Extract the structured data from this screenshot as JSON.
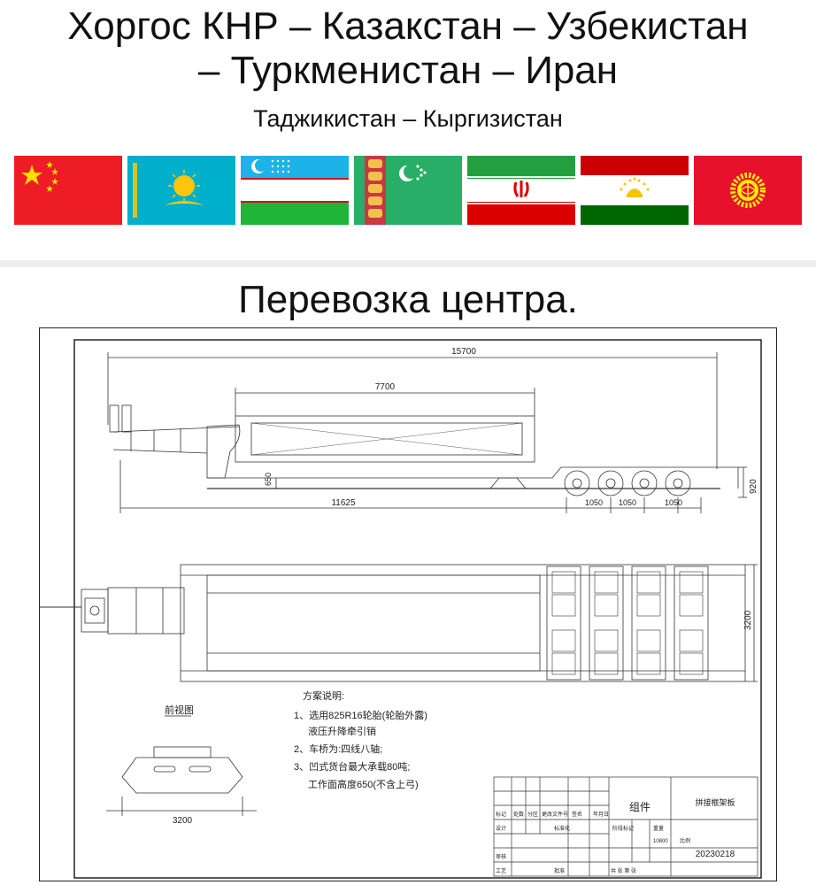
{
  "header": {
    "title_line1": "Хоргос КНР –  Казакстан – Узбекистан",
    "title_line2": "– Туркменистан – Иран",
    "subtitle": "Таджикистан – Кыргизистан"
  },
  "flags": [
    {
      "country": "China",
      "colors": [
        "#ee1c25",
        "#ffde00"
      ]
    },
    {
      "country": "Kazakhstan",
      "colors": [
        "#00afca",
        "#fec50c"
      ]
    },
    {
      "country": "Uzbekistan",
      "colors": [
        "#1eb3e8",
        "#ffffff",
        "#1eb53a",
        "#ce1126"
      ]
    },
    {
      "country": "Turkmenistan",
      "colors": [
        "#28ae66",
        "#ca3745",
        "#ffffff"
      ]
    },
    {
      "country": "Iran",
      "colors": [
        "#239f40",
        "#ffffff",
        "#da0000"
      ]
    },
    {
      "country": "Tajikistan",
      "colors": [
        "#cc0000",
        "#ffffff",
        "#006600",
        "#f8c300"
      ]
    },
    {
      "country": "Kyrgyzstan",
      "colors": [
        "#e8112d",
        "#ffef00"
      ]
    }
  ],
  "section": {
    "title": "Перевозка центра."
  },
  "drawing": {
    "dimensions": {
      "overall_length": "15700",
      "platform_length": "7700",
      "deck_height": "650",
      "gooseneck_length": "11625",
      "axle_spacing_1": "1050",
      "axle_spacing_2": "1050",
      "axle_spacing_3": "1050",
      "ride_height": "920",
      "width_top_view": "3200",
      "width_front_view": "3200"
    },
    "front_view_label": "前视图",
    "notes": {
      "heading": "方案说明:",
      "line1": "1、选用825R16轮胎(轮胎外露)",
      "line2": "液压升降牵引销",
      "line3": "2、车桥为:四线八轴;",
      "line4": "3、凹式货台最大承载80吨;",
      "line5": "工作面高度650(不含上弓)"
    },
    "title_block": {
      "assembly_label": "组件",
      "drawing_name": "拼接框架板",
      "drawing_number": "20230218",
      "weight_value": "10800",
      "row1_cells": [
        "标记",
        "处数",
        "分区",
        "更改文件号",
        "签名",
        "年月日"
      ],
      "design_row": [
        "设计",
        "标准化"
      ],
      "review_label": "审核",
      "process_label": "工艺",
      "approve_label": "批准",
      "stage_mark": "阶段标记",
      "weight_label": "重量",
      "scale_label": "比例",
      "sheets_label": "共  张  第  张"
    }
  }
}
